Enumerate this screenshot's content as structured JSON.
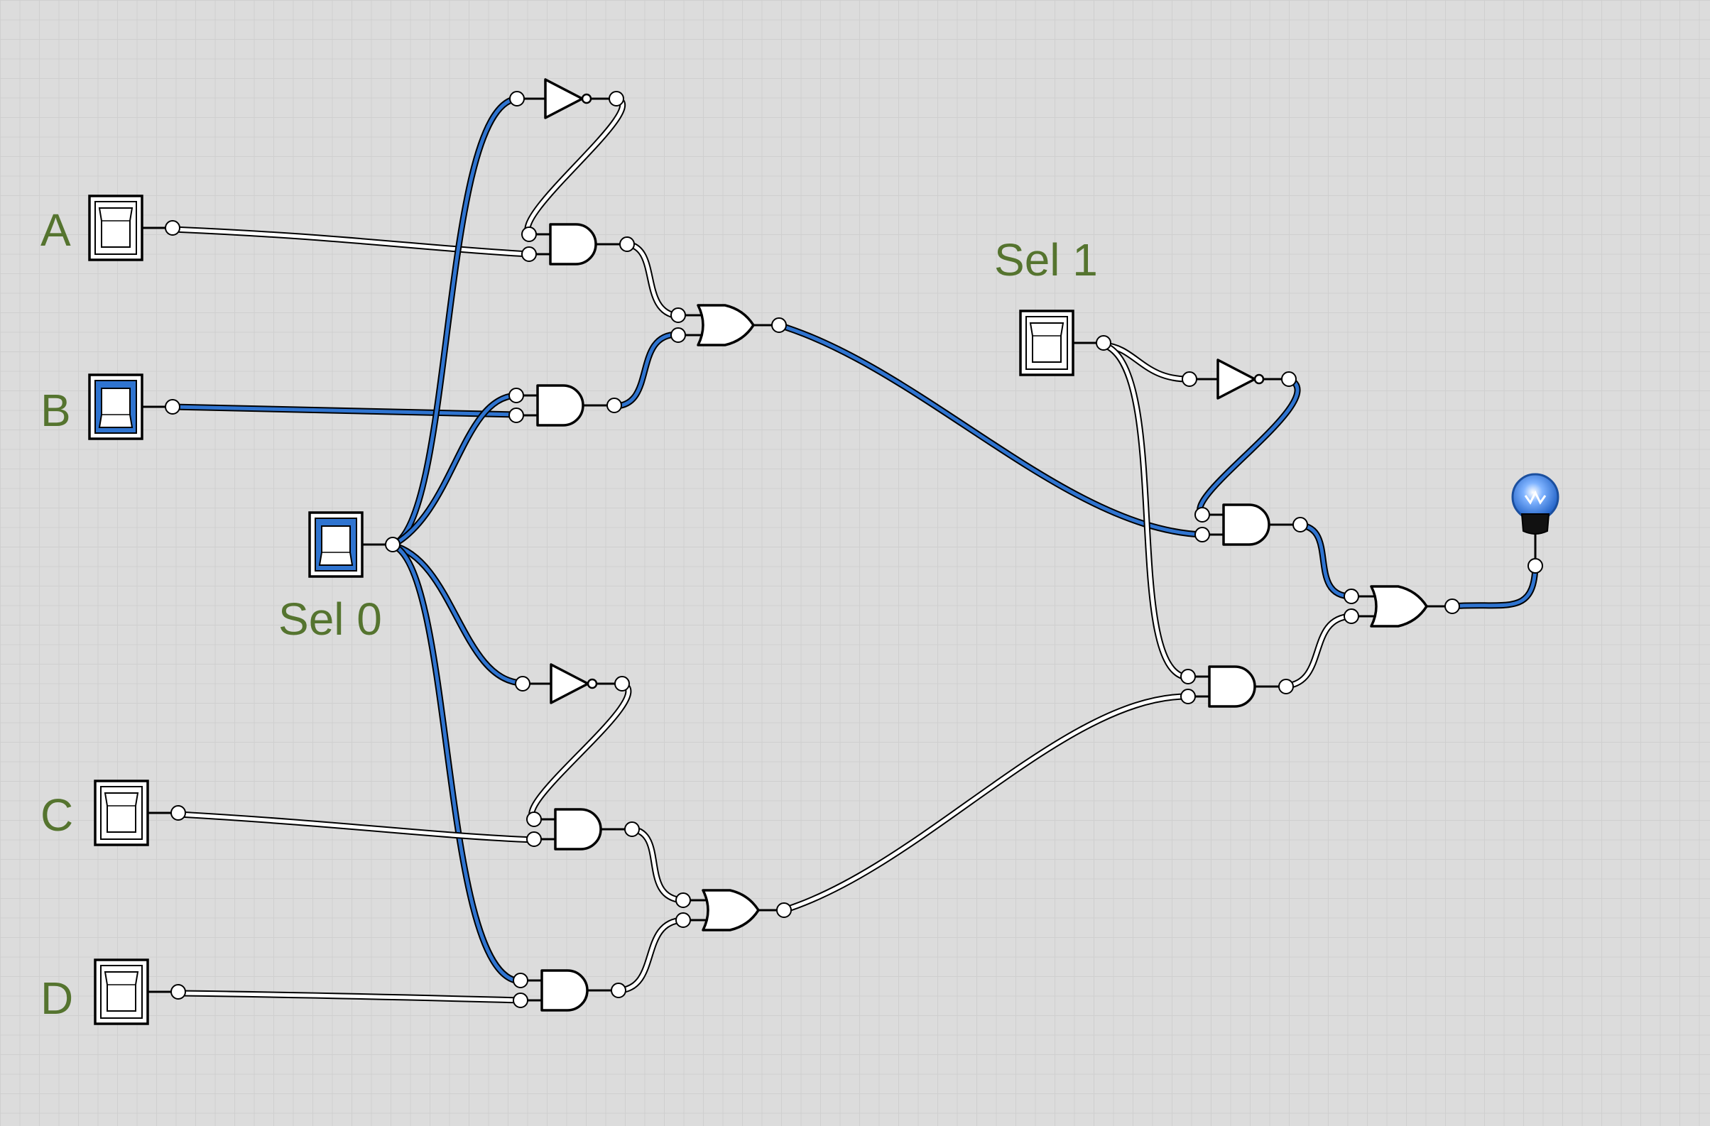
{
  "labels": {
    "a": "A",
    "b": "B",
    "c": "C",
    "d": "D",
    "sel0": "Sel 0",
    "sel1": "Sel 1"
  },
  "inputs": {
    "a": "off",
    "b": "on",
    "c": "off",
    "d": "off",
    "sel0": "on",
    "sel1": "off"
  },
  "output": {
    "bulb": "on"
  },
  "colors": {
    "background": "#dcdcdc",
    "grid": "#cfcfcf",
    "label": "#55742f",
    "active_wire": "#2f74d0",
    "inactive_wire": "#ffffff",
    "bulb_glow": "#3b82e6"
  },
  "icons": {
    "switch": "toggle-switch-icon",
    "bulb": "light-bulb-icon"
  }
}
